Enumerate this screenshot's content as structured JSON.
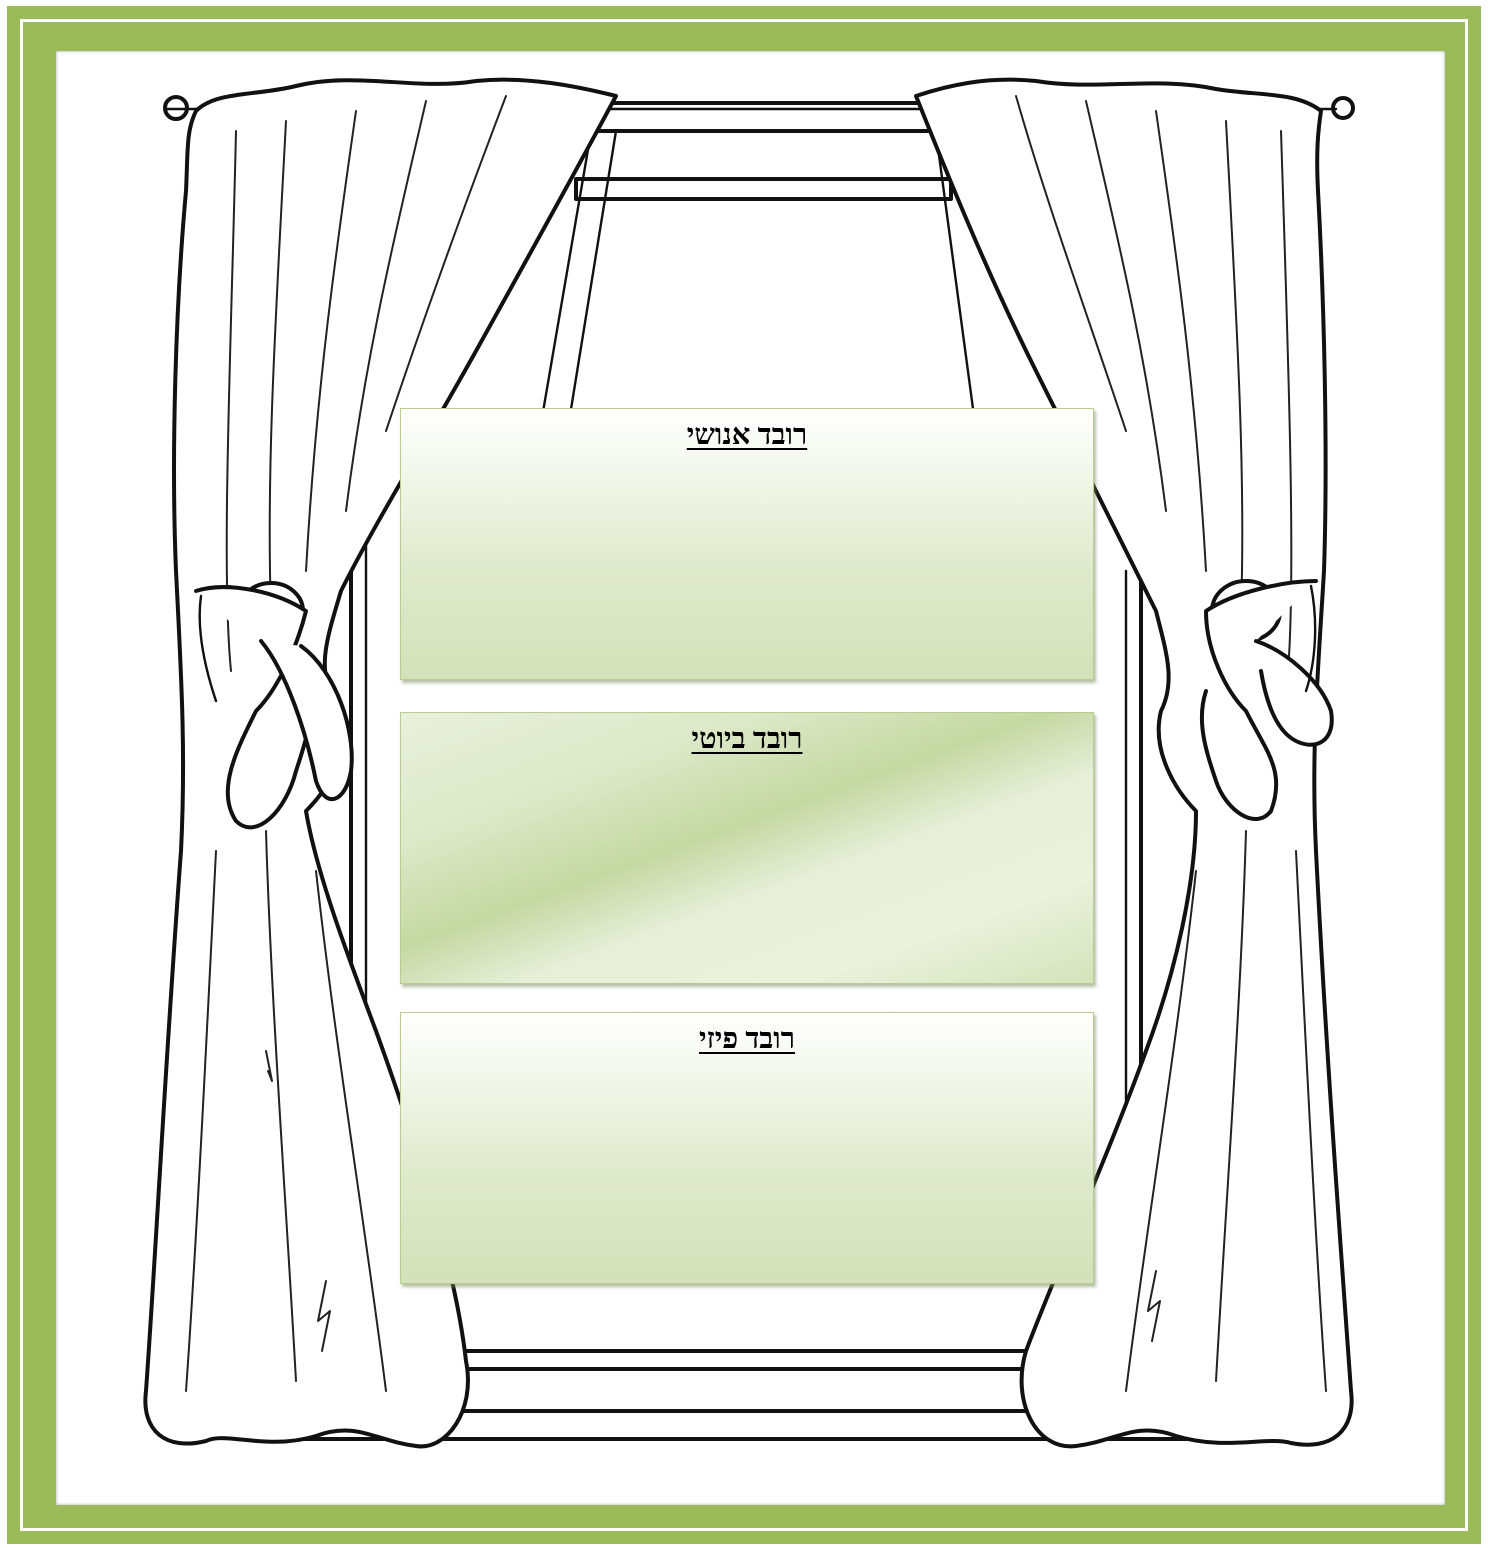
{
  "boxes": [
    {
      "title": "רובד אנושי",
      "fill": "top-white-to-green"
    },
    {
      "title": "רובד ביוטי",
      "fill": "diagonal-green-sheen"
    },
    {
      "title": "רובד פיזי",
      "fill": "top-white-to-green"
    }
  ],
  "colors": {
    "frame": "#9bbb59",
    "box_border": "#b7cc8e",
    "box_fill_light": "#f2f6ea",
    "box_fill_dark": "#d3e2b9"
  },
  "illustration": {
    "icon": "curtained-window-icon"
  }
}
